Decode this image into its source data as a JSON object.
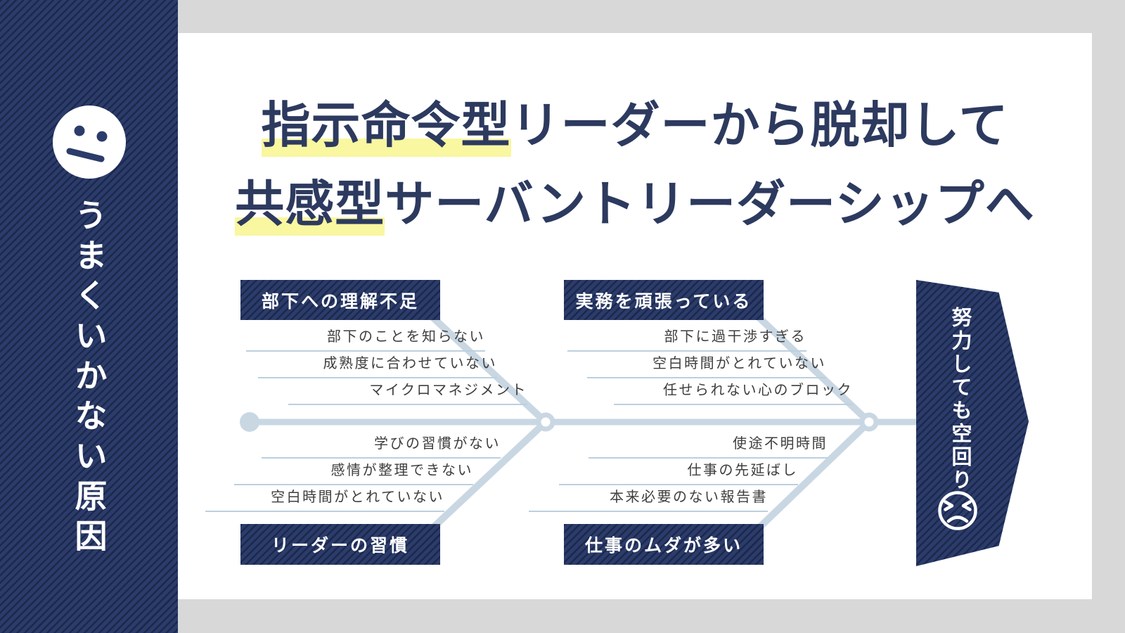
{
  "sidebar": {
    "label": "うまくいかない原因",
    "icon": "neutral-face-icon"
  },
  "title": {
    "line1": {
      "highlight": "指示命令型",
      "rest": "リーダーから脱却して"
    },
    "line2": {
      "highlight": "共感型",
      "rest": "サーバントリーダーシップへ"
    }
  },
  "fishbone": {
    "categories": [
      {
        "position": "top-left",
        "label": "部下への理解不足",
        "items": [
          "部下のことを知らない",
          "成熟度に合わせていない",
          "マイクロマネジメント"
        ]
      },
      {
        "position": "top-middle",
        "label": "実務を頑張っている",
        "items": [
          "部下に過干渉すぎる",
          "空白時間がとれていない",
          "任せられない心のブロック"
        ]
      },
      {
        "position": "bottom-left",
        "label": "リーダーの習慣",
        "items": [
          "学びの習慣がない",
          "感情が整理できない",
          "空白時間がとれていない"
        ]
      },
      {
        "position": "bottom-middle",
        "label": "仕事のムダが多い",
        "items": [
          "使途不明時間",
          "仕事の先延ばし",
          "本来必要のない報告書"
        ]
      }
    ],
    "effect": {
      "label": "努力しても空回り",
      "icon": "frustrated-face-icon"
    }
  },
  "colors": {
    "navy": "#2b3c6b",
    "navy_stripe": "#232f55",
    "title_text": "#2d3a5f",
    "highlight_yellow": "#f9f7a0",
    "bone_blue": "#c9d7e3",
    "underline_blue": "#bcd0de",
    "item_text": "#3e3e3e",
    "background_gray": "#d8d8d8",
    "card_white": "#ffffff"
  }
}
